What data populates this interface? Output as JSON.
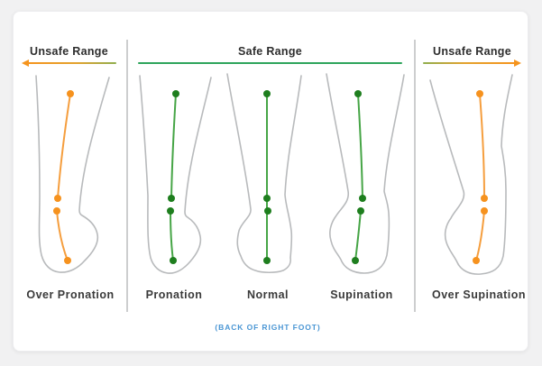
{
  "header": {
    "left_label": "Unsafe Range",
    "center_label": "Safe Range",
    "right_label": "Unsafe Range"
  },
  "columns": [
    {
      "label": "Over Pronation",
      "zone": "unsafe",
      "alignment_color": "#f6921e"
    },
    {
      "label": "Pronation",
      "zone": "safe",
      "alignment_color": "#1e7e1e"
    },
    {
      "label": "Normal",
      "zone": "safe",
      "alignment_color": "#1e7e1e"
    },
    {
      "label": "Supination",
      "zone": "safe",
      "alignment_color": "#1e7e1e"
    },
    {
      "label": "Over Supination",
      "zone": "unsafe",
      "alignment_color": "#f6921e"
    }
  ],
  "caption": "(BACK OF RIGHT FOOT)",
  "icons": {
    "left_unsafe_arrow": "arrow-left",
    "right_unsafe_arrow": "arrow-right"
  },
  "colors": {
    "safe_line": "#2ea45c",
    "safe_dot": "#1e7e1e",
    "unsafe_accent": "#f6921e",
    "foot_outline": "#b8babc",
    "divider": "#cdcecf",
    "caption_text": "#4a96d4",
    "background": "#f1f1f2",
    "card": "#ffffff"
  }
}
